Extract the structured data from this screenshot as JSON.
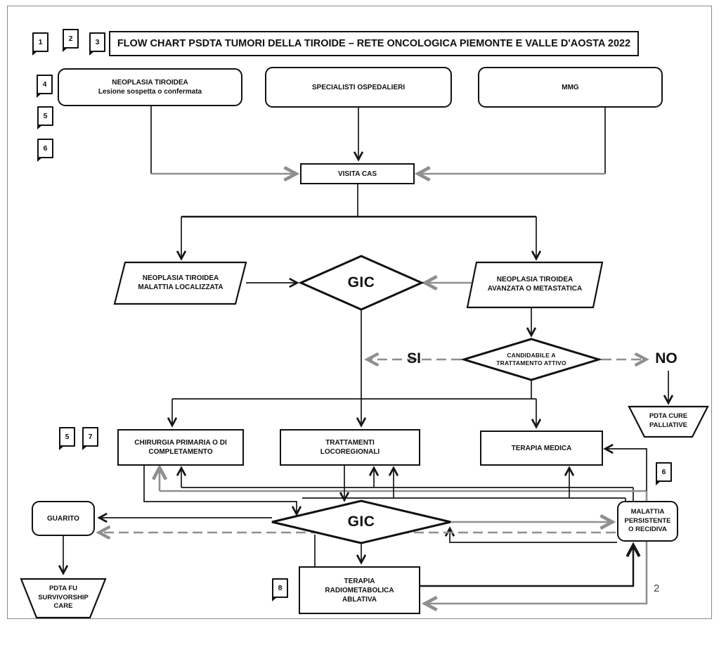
{
  "title": "FLOW CHART PSDTA TUMORI DELLA TIROIDE – RETE ONCOLOGICA PIEMONTE E VALLE D'AOSTA 2022",
  "page_number": "2",
  "flags": [
    "1",
    "2",
    "3",
    "4",
    "5",
    "6",
    "5",
    "7",
    "6",
    "8"
  ],
  "decision_labels": {
    "yes": "SI",
    "no": "NO"
  },
  "nodes": {
    "neoplasia_sospetta": {
      "lines": [
        "NEOPLASIA TIROIDEA",
        "Lesione sospetta o confermata"
      ]
    },
    "specialisti_ospedalieri": {
      "lines": [
        "SPECIALISTI OSPEDALIERI"
      ]
    },
    "mmg": {
      "lines": [
        "MMG"
      ]
    },
    "visita_cas": {
      "lines": [
        "VISITA CAS"
      ]
    },
    "malattia_localizzata": {
      "lines": [
        "NEOPLASIA TIROIDEA",
        "MALATTIA LOCALIZZATA"
      ]
    },
    "gic_1": {
      "lines": [
        "GIC"
      ]
    },
    "avanzata_metastatica": {
      "lines": [
        "NEOPLASIA TIROIDEA",
        "AVANZATA O METASTATICA"
      ]
    },
    "candidabile_trattamento": {
      "lines": [
        "CANDIDABILE A",
        "TRATTAMENTO ATTIVO"
      ]
    },
    "pdta_cure_palliative": {
      "lines": [
        "PDTA CURE",
        "PALLIATIVE"
      ]
    },
    "chirurgia": {
      "lines": [
        "CHIRURGIA PRIMARIA O DI",
        "COMPLETAMENTO"
      ]
    },
    "trattamenti_locoregionali": {
      "lines": [
        "TRATTAMENTI",
        "LOCOREGIONALI"
      ]
    },
    "terapia_medica": {
      "lines": [
        "TERAPIA MEDICA"
      ]
    },
    "gic_2": {
      "lines": [
        "GIC"
      ]
    },
    "guarito": {
      "lines": [
        "GUARITO"
      ]
    },
    "malattia_persistente": {
      "lines": [
        "MALATTIA",
        "PERSISTENTE",
        "O RECIDIVA"
      ]
    },
    "terapia_radiometabolica": {
      "lines": [
        "TERAPIA",
        "RADIOMETABOLICA",
        "ABLATIVA"
      ]
    },
    "pdta_fu": {
      "lines": [
        "PDTA FU",
        "SURVIVORSHIP",
        "CARE"
      ]
    }
  },
  "colors": {
    "line_black": "#161616",
    "line_gray": "#8f8f8f",
    "box_border": "#111111",
    "background": "#ffffff"
  }
}
